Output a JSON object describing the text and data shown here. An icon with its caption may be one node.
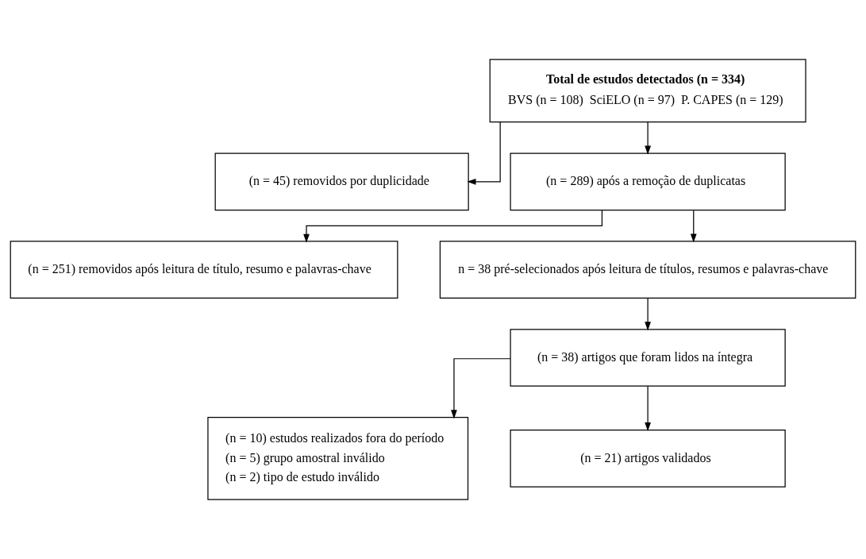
{
  "diagram": {
    "nodes": [
      {
        "text": [
          "Total de estudos detectados (n = 334)",
          "BVS (n = 108)  SciELO (n = 97)  P. CAPES (n = 129)"
        ]
      },
      {
        "text": [
          "(n = 45) removidos por duplicidade"
        ]
      },
      {
        "text": [
          "(n = 289) após a remoção de duplicatas"
        ]
      },
      {
        "text": [
          "(n = 251) removidos após leitura de título, resumo e palavras-chave"
        ]
      },
      {
        "text": [
          "n = 38 pré-selecionados após leitura de títulos, resumos e palavras-chave"
        ]
      },
      {
        "text": [
          "(n = 38) artigos que foram lidos na íntegra"
        ]
      },
      {
        "text": [
          "(n = 10) estudos realizados fora do período",
          "(n = 5) grupo amostral inválido",
          "(n = 2) tipo de estudo inválido"
        ]
      },
      {
        "text": [
          "(n = 21) artigos validados"
        ]
      }
    ],
    "edges": [
      {
        "from": 0,
        "to": 2,
        "arrow": "to"
      },
      {
        "from": 0,
        "to": 1,
        "arrow": "to"
      },
      {
        "from": 2,
        "to": 4,
        "arrow": "to"
      },
      {
        "from": 2,
        "to": 3,
        "arrow": "to"
      },
      {
        "from": 4,
        "to": 5,
        "arrow": "to"
      },
      {
        "from": 5,
        "to": 7,
        "arrow": "to"
      },
      {
        "from": 5,
        "to": 6,
        "arrow": "to"
      }
    ]
  }
}
